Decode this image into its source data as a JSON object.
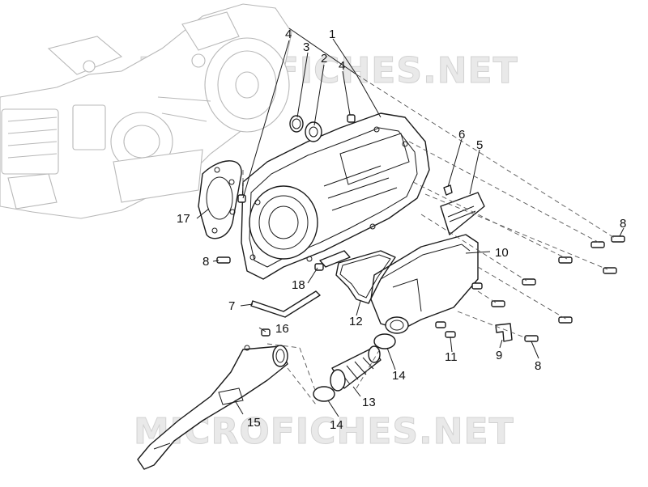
{
  "watermark": {
    "text": "MICROFICHES.NET"
  },
  "callouts": {
    "c1": "1",
    "c2": "2",
    "c3": "3",
    "c4a": "4",
    "c4b": "4",
    "c5": "5",
    "c6": "6",
    "c7": "7",
    "c8a": "8",
    "c8b": "8",
    "c8c": "8",
    "c9": "9",
    "c10": "10",
    "c11": "11",
    "c12": "12",
    "c13": "13",
    "c14a": "14",
    "c14b": "14",
    "c15": "15",
    "c16": "16",
    "c17": "17",
    "c18": "18"
  },
  "icons": {
    "engine": "engine-assembly-icon",
    "cover": "transmission-cover-icon",
    "badge": "brand-badge-icon",
    "duct": "cooling-duct-icon"
  },
  "colors": {
    "line": "#1a1a1a",
    "ghost": "#b8b8b8",
    "watermark": "#e9e9e9"
  }
}
